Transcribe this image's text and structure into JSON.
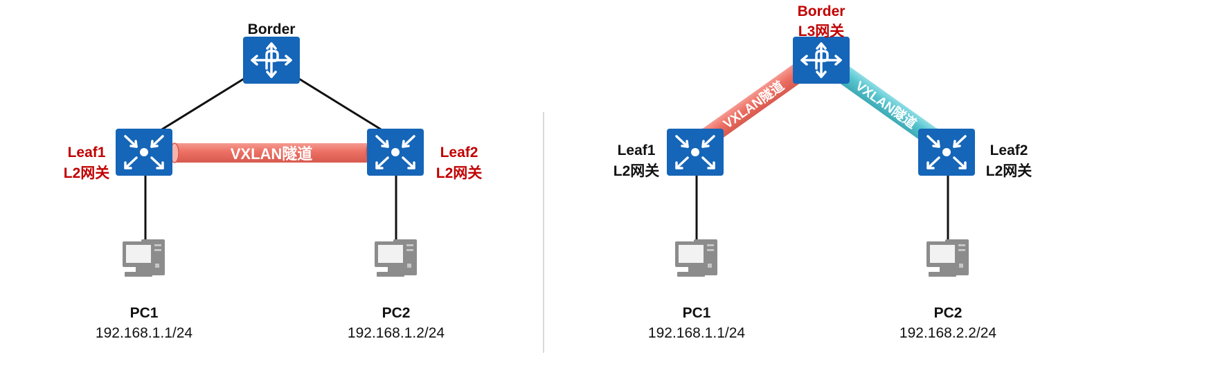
{
  "colors": {
    "device_blue": "#1565b8",
    "label_red": "#c00000",
    "label_dark": "#111111",
    "tunnel_red": "#ec6f63",
    "tunnel_cyan": "#56c4cf",
    "pc_gray": "#8c8c8c",
    "link": "#111111",
    "divider": "#cccccc"
  },
  "left": {
    "border": {
      "icon": "router-icon",
      "name": "Border"
    },
    "leaf1": {
      "icon": "switch-icon",
      "name": "Leaf1",
      "role": "L2网关"
    },
    "leaf2": {
      "icon": "switch-icon",
      "name": "Leaf2",
      "role": "L2网关"
    },
    "tunnel": {
      "label": "VXLAN隧道"
    },
    "pc1": {
      "icon": "pc-icon",
      "name": "PC1",
      "ip": "192.168.1.1/24"
    },
    "pc2": {
      "icon": "pc-icon",
      "name": "PC2",
      "ip": "192.168.1.2/24"
    }
  },
  "right": {
    "border": {
      "icon": "router-icon",
      "name": "Border",
      "role": "L3网关"
    },
    "leaf1": {
      "icon": "switch-icon",
      "name": "Leaf1",
      "role": "L2网关"
    },
    "leaf2": {
      "icon": "switch-icon",
      "name": "Leaf2",
      "role": "L2网关"
    },
    "tunnel1": {
      "label": "VXLAN隧道"
    },
    "tunnel2": {
      "label": "VXLAN隧道"
    },
    "pc1": {
      "icon": "pc-icon",
      "name": "PC1",
      "ip": "192.168.1.1/24"
    },
    "pc2": {
      "icon": "pc-icon",
      "name": "PC2",
      "ip": "192.168.2.2/24"
    }
  }
}
